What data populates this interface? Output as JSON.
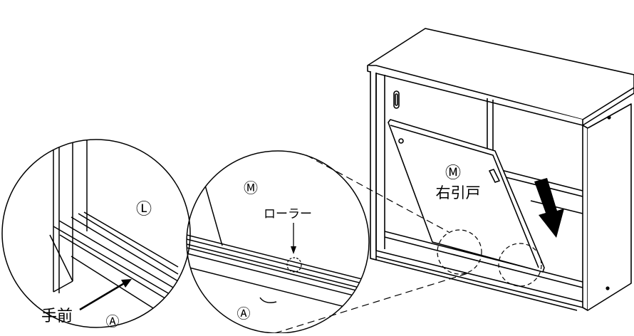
{
  "labels": {
    "door_marker": "Ⓜ",
    "door_name": "右引戸",
    "detail_marker": "Ⓜ",
    "roller": "ローラー",
    "track_marker_right": "Ⓐ",
    "panel_marker": "Ⓛ",
    "front": "手前",
    "track_marker_left": "Ⓐ"
  },
  "colors": {
    "line": "#000000",
    "background": "#ffffff"
  }
}
